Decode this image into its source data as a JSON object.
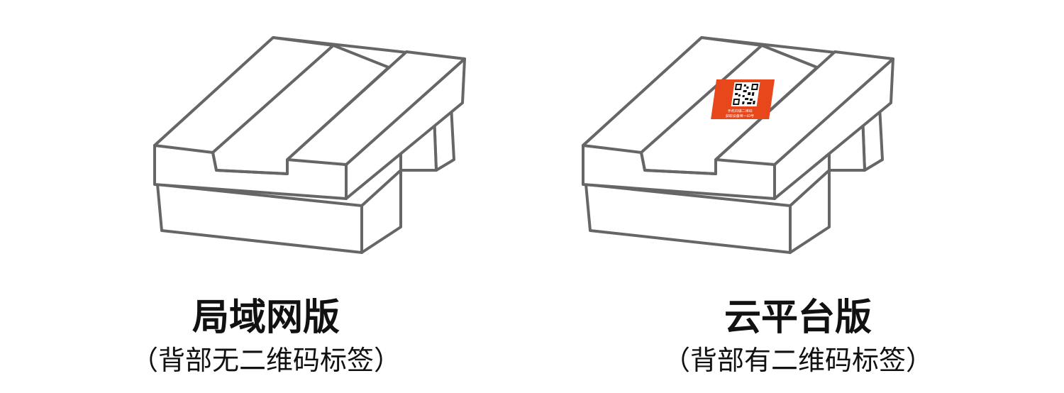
{
  "left": {
    "title": "局域网版",
    "subtitle": "（背部无二维码标签）"
  },
  "right": {
    "title": "云平台版",
    "subtitle": "（背部有二维码标签）",
    "qr_label": {
      "line1": "手机扫描二维码",
      "line2": "获取设备唯一ID号",
      "color": "#e8471c"
    }
  },
  "colors": {
    "outline": "#666666",
    "text": "#111111"
  }
}
